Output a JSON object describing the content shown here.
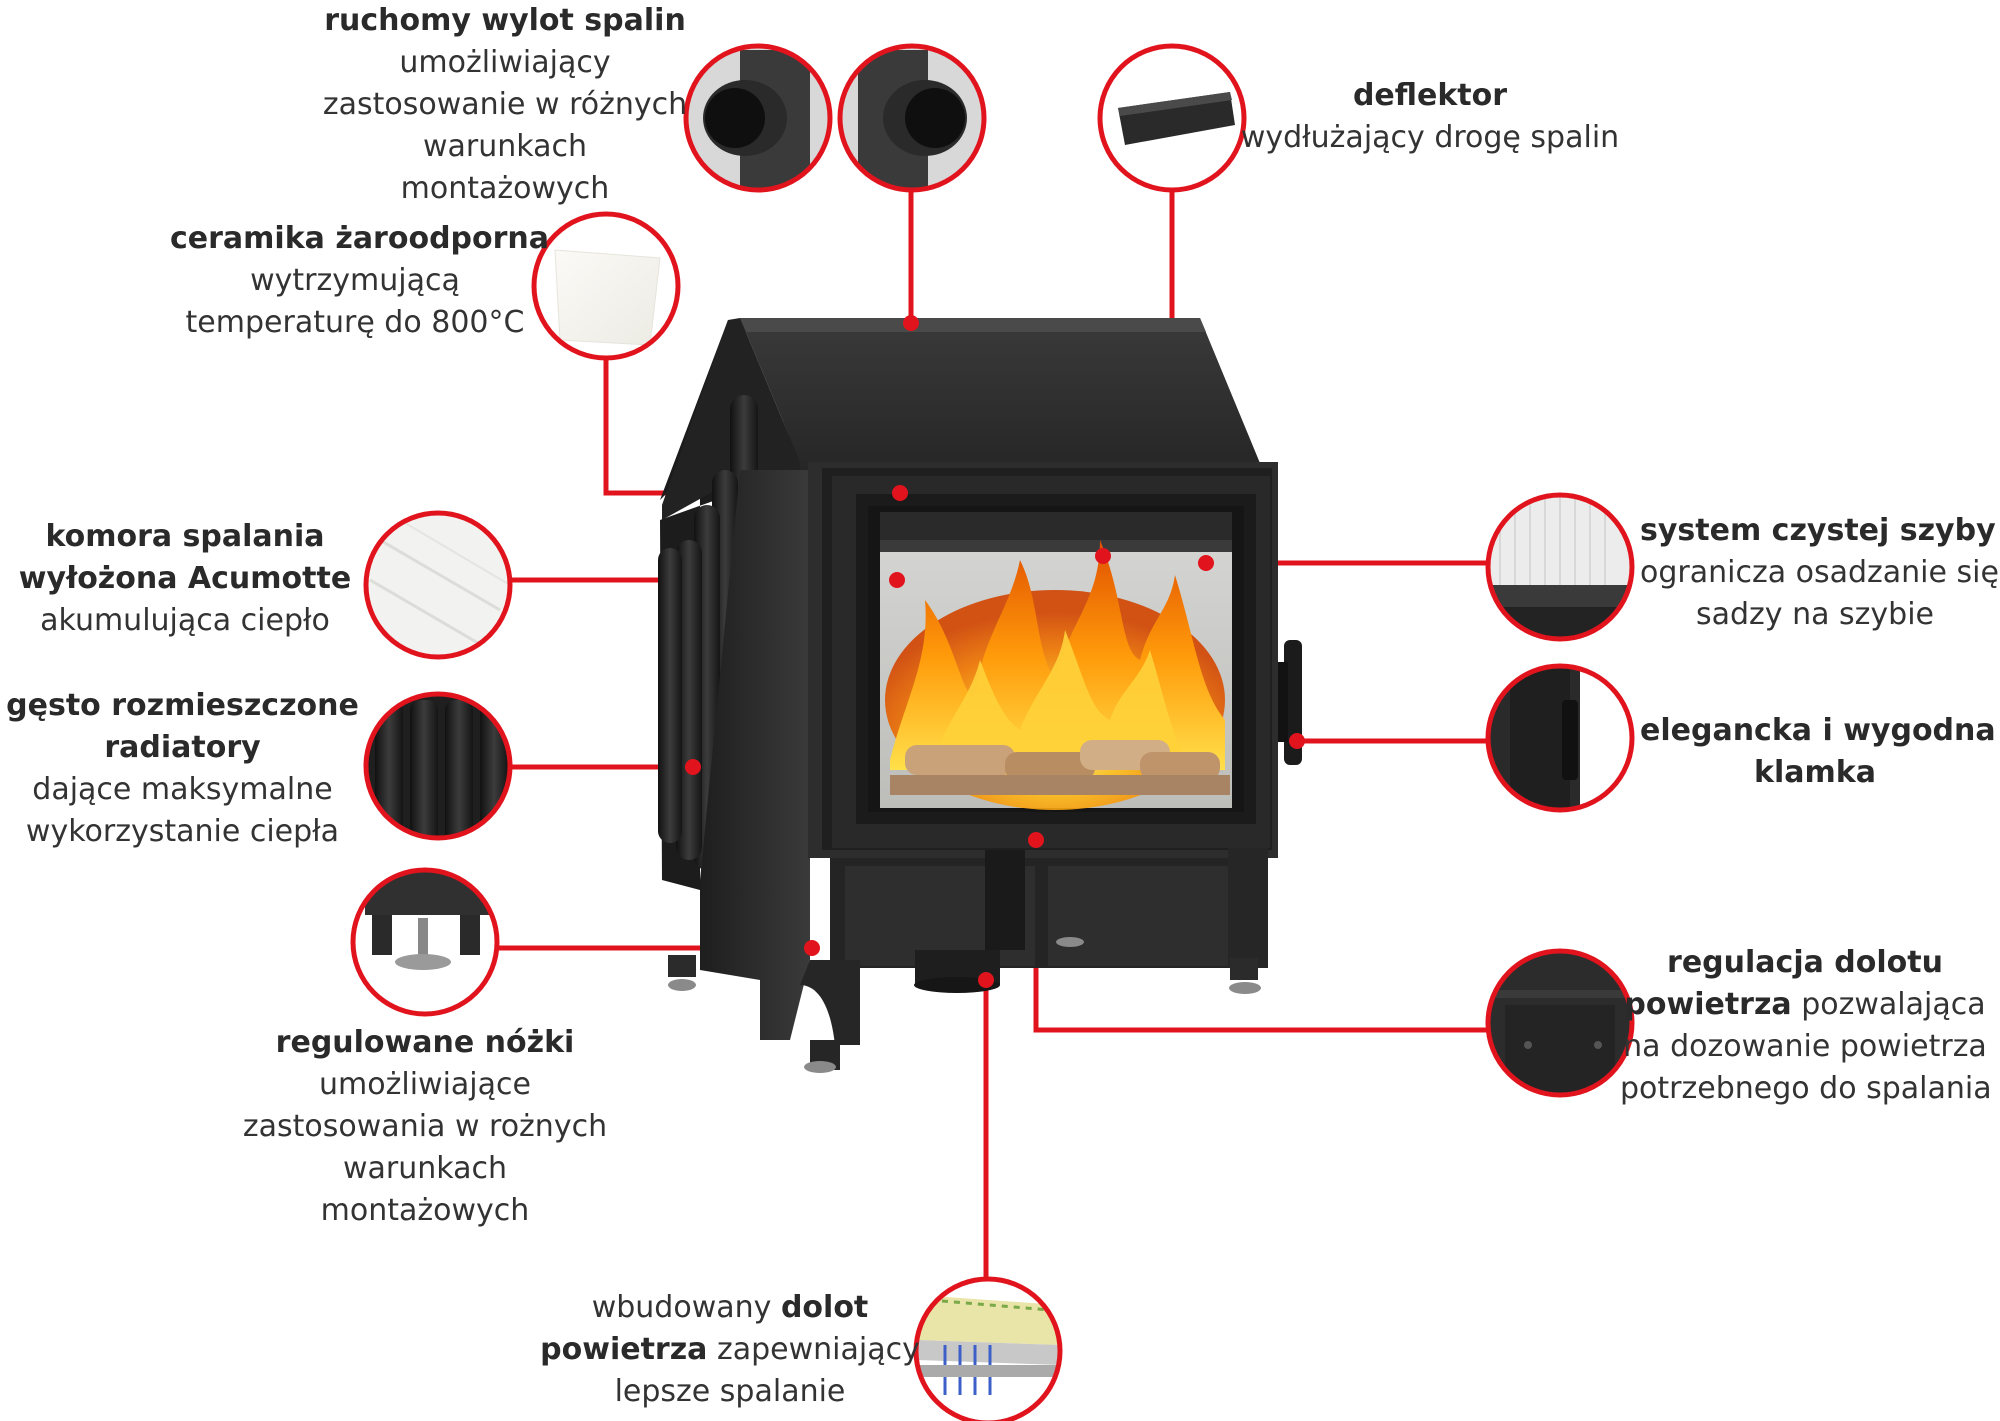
{
  "features": {
    "flue_outlet": {
      "title": "ruchomy wylot spalin",
      "lines": [
        "umożliwiający",
        "zastosowanie w różnych",
        "warunkach",
        "montażowych"
      ]
    },
    "ceramic": {
      "title": "ceramika żaroodporna",
      "lines": [
        "wytrzymującą",
        "temperaturę do 800°C"
      ]
    },
    "combustion_chamber": {
      "title_lines": [
        "komora spalania",
        "wyłożona Acumotte"
      ],
      "lines": [
        "akumulująca ciepło"
      ]
    },
    "radiators": {
      "title_lines": [
        "gęsto rozmieszczone",
        "radiatory"
      ],
      "lines": [
        "dające maksymalne",
        "wykorzystanie ciepła"
      ]
    },
    "feet": {
      "title": "regulowane nóżki",
      "lines": [
        "umożliwiające",
        "zastosowania w rożnych",
        "warunkach",
        "montażowych"
      ]
    },
    "air_inlet": {
      "prefix": "wbudowany",
      "bold_1": "dolot",
      "bold_2": "powietrza",
      "suffix": "zapewniający",
      "last": "lepsze spalanie"
    },
    "deflector": {
      "title": "deflektor",
      "lines": [
        "wydłużający drogę spalin"
      ]
    },
    "clean_glass": {
      "title": "system czystej szyby",
      "lines": [
        "ogranicza osadzanie się",
        "sadzy na szybie"
      ]
    },
    "handle": {
      "title_lines": [
        "elegancka i wygodna",
        "klamka"
      ]
    },
    "air_regulation": {
      "title_1": "regulacja dolotu",
      "title_2": "powietrza",
      "after_title": "pozwalająca",
      "lines": [
        "na dozowanie powietrza",
        "potrzebnego do spalania"
      ]
    }
  },
  "colors": {
    "accent": "#e1141e",
    "stove_body": "#2b2b2b",
    "text": "#333333"
  }
}
